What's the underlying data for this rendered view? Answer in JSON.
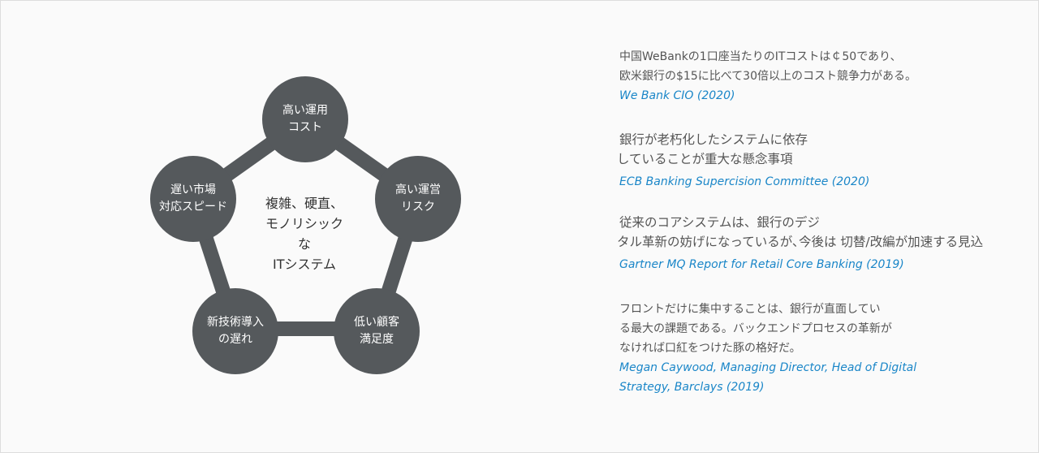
{
  "diagram": {
    "center_lines": [
      "複雑、硬直、",
      "モノリシック",
      "な",
      "ITシステム"
    ],
    "nodes": [
      {
        "lines": [
          "高い運用",
          "コスト"
        ]
      },
      {
        "lines": [
          "高い運営",
          "リスク"
        ]
      },
      {
        "lines": [
          "低い顧客",
          "満足度"
        ]
      },
      {
        "lines": [
          "新技術導入",
          "の遅れ"
        ]
      },
      {
        "lines": [
          "遅い市場",
          "対応スピード"
        ]
      }
    ],
    "colors": {
      "node": "#55595c",
      "link": "#55595c"
    }
  },
  "quotes": [
    {
      "lines": [
        "中国WeBankの1口座当たりのITコストは￠50であり、",
        "欧米銀行の$15に比べて30倍以上のコスト競争力がある。"
      ],
      "source": [
        "We Bank CIO (2020)"
      ]
    },
    {
      "lines": [
        "銀行が老朽化したシステムに依存",
        "していることが重大な懸念事項"
      ],
      "source": [
        "ECB Banking Supercision Committee (2020)"
      ]
    },
    {
      "lines": [
        "従来のコアシステムは、銀行のデジ",
        "タル革新の妨げになっているが､今後は 切替/改編が加速する見込"
      ],
      "source": [
        "Gartner MQ Report for Retail Core Banking (2019)"
      ]
    },
    {
      "lines": [
        "フロントだけに集中することは、銀行が直面してい",
        "る最大の課題である。バックエンドプロセスの革新が",
        "なければ口紅をつけた豚の格好だ。"
      ],
      "source": [
        "Megan Caywood, Managing Director, Head of Digital",
        "Strategy, Barclays (2019)"
      ]
    }
  ],
  "colors": {
    "source": "#1a86c8",
    "text": "#555555"
  }
}
